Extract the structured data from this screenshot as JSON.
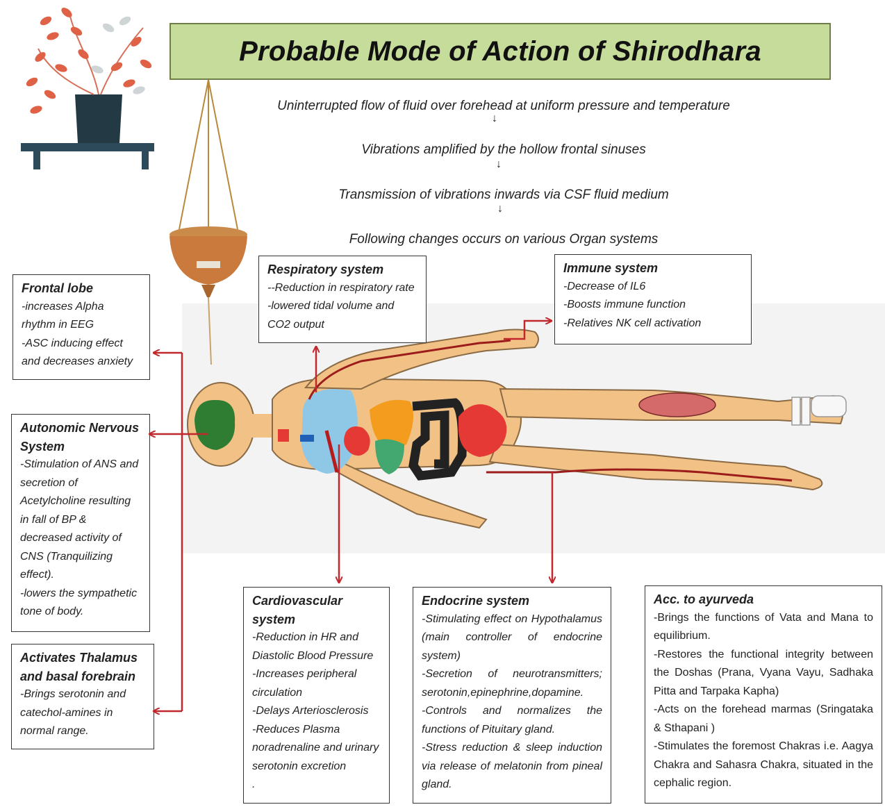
{
  "title": "Probable Mode of Action of Shirodhara",
  "flow_steps": [
    "Uninterrupted flow of fluid over forehead at uniform pressure and temperature",
    "Vibrations amplified by the hollow frontal sinuses",
    "Transmission of vibrations inwards via  CSF fluid medium",
    "Following changes occurs on  various Organ systems"
  ],
  "boxes": {
    "respiratory": {
      "heading": "Respiratory system",
      "lines": [
        "--Reduction in respiratory rate",
        "-lowered tidal volume and",
        "CO2 output"
      ]
    },
    "immune": {
      "heading": "Immune system",
      "lines": [
        "-Decrease of IL6",
        "-Boosts immune function",
        "-Relatives NK cell activation"
      ]
    },
    "frontal": {
      "heading": "Frontal lobe",
      "lines": [
        "-increases  Alpha",
        "rhythm  in EEG",
        "-ASC inducing effect",
        "and decreases anxiety"
      ]
    },
    "ans": {
      "heading": "Autonomic Nervous System",
      "lines": [
        "-Stimulation of ANS and",
        "secretion of",
        "Acetylcholine resulting",
        "in fall of BP &",
        "decreased activity of",
        "CNS (Tranquilizing",
        "effect).",
        "-lowers the sympathetic",
        "tone of body."
      ]
    },
    "thalamus": {
      "heading": "Activates Thalamus and basal forebrain",
      "lines": [
        "-Brings serotonin and",
        "catechol-amines in",
        "normal range."
      ]
    },
    "cardio": {
      "heading": "Cardiovascular system",
      "lines": [
        "-Reduction in HR and",
        "Diastolic Blood Pressure",
        "-Increases peripheral",
        "circulation",
        "-Delays Arteriosclerosis",
        "-Reduces Plasma",
        "noradrenaline and urinary",
        "serotonin excretion",
        "."
      ]
    },
    "endocrine": {
      "heading": "Endocrine system",
      "lines": [
        "-Stimulating effect on Hypothalamus (main controller of endocrine system)",
        "-Secretion of neurotransmitters; serotonin,epinephrine,dopamine.",
        "-Controls and normalizes the functions of Pituitary gland.",
        "-Stress reduction & sleep induction via release of melatonin from pineal gland."
      ]
    },
    "ayurveda": {
      "heading": "Acc. to ayurveda",
      "lines": [
        "-Brings the functions of Vata and Mana to equilibrium.",
        "-Restores the  functional integrity between the Doshas (Prana, Vyana Vayu, Sadhaka Pitta and Tarpaka Kapha)",
        "-Acts on the forehead marmas (Sringataka & Sthapani )",
        "-Stimulates the foremost Chakras i.e. Aagya Chakra and Sahasra Chakra, situated in the cephalic region."
      ]
    }
  },
  "colors": {
    "title_bg": "#c6dc9a",
    "arrow": "#c0282d",
    "body": "#f2c185",
    "brain": "#2e7d32",
    "lungs": "#8fc7e6",
    "liver": "#f39c1e",
    "intestine": "#222222",
    "heart": "#e53935"
  }
}
